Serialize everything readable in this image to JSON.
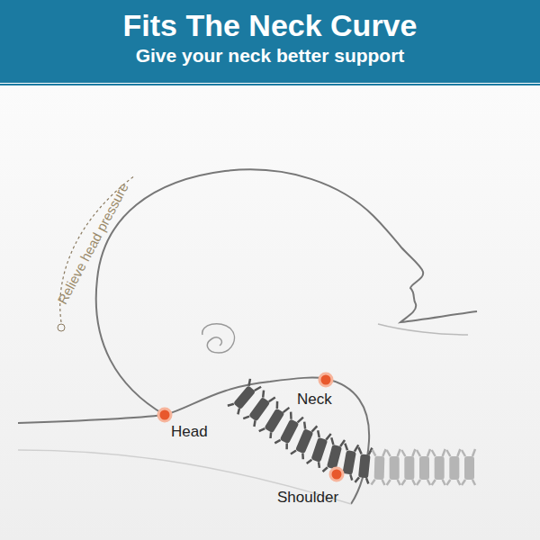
{
  "diagram": {
    "nodes": [
      {
        "text": [
          "Fits The Neck Curve",
          "Give your neck better support"
        ]
      }
    ],
    "labels": [
      "Relieve head pressure",
      "Neck",
      "Head",
      "Shoulder"
    ]
  }
}
